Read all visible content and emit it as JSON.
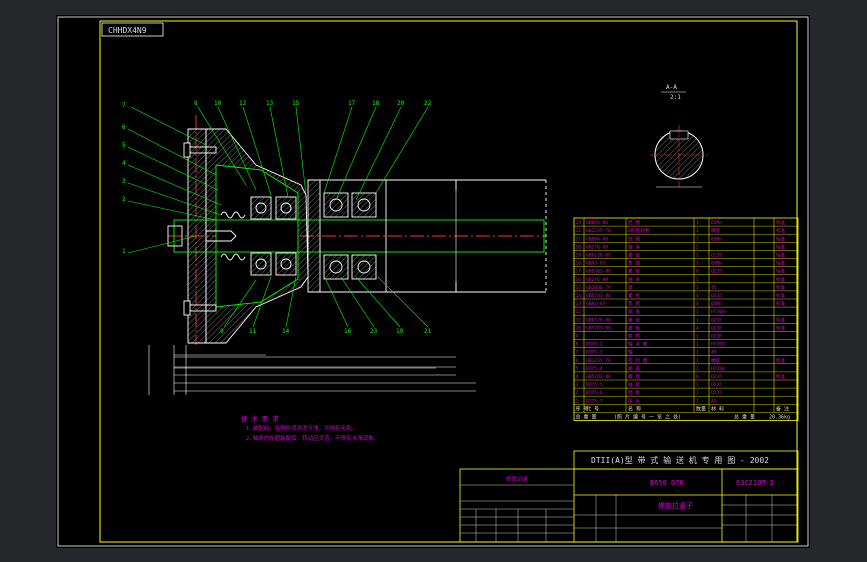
{
  "drawing": {
    "corner_tag": "CHHDX4N9",
    "section_label": "A-A",
    "section_scale": "2:1"
  },
  "balloons": {
    "left": [
      "7",
      "6",
      "5",
      "4",
      "3",
      "2",
      "1"
    ],
    "top": [
      "8",
      "10",
      "12",
      "13",
      "15",
      "17",
      "18",
      "20",
      "22"
    ],
    "bottom": [
      "9",
      "11",
      "14",
      "16",
      "23",
      "19",
      "21"
    ]
  },
  "notes": {
    "title": "技 术 要 求",
    "lines": [
      "1.装配前，各零件须清洗干净，不得有毛刺。",
      "2.轴承内外圈装配后，转动应灵活，不得有卡滞现象。"
    ]
  },
  "bom": {
    "rows": [
      {
        "no": "23",
        "code": "GB893-86",
        "name": "挡 圈",
        "qty": "1",
        "mat": "65Mn",
        "note": "标准"
      },
      {
        "no": "22",
        "code": "GB1235-76",
        "name": "O形密封圈",
        "qty": "1",
        "mat": "橡胶",
        "note": "标准"
      },
      {
        "no": "21",
        "code": "GB894-86",
        "name": "挡 圈",
        "qty": "1",
        "mat": "65Mn",
        "note": "标准"
      },
      {
        "no": "20",
        "code": "GB276-89",
        "name": "轴 承",
        "qty": "2",
        "mat": "",
        "note": "标准"
      },
      {
        "no": "19",
        "code": "GB6170-86",
        "name": "螺 母",
        "qty": "1",
        "mat": "Q235",
        "note": "标准"
      },
      {
        "no": "18",
        "code": "GB93-87",
        "name": "垫 圈",
        "qty": "1",
        "mat": "65Mn",
        "note": "标准"
      },
      {
        "no": "17",
        "code": "GB5783-86",
        "name": "螺 栓",
        "qty": "6",
        "mat": "Q235",
        "note": "标准"
      },
      {
        "no": "16",
        "code": "GB276-89",
        "name": "轴 承",
        "qty": "1",
        "mat": "",
        "note": "标准"
      },
      {
        "no": "15",
        "code": "GB1096-79",
        "name": "键",
        "qty": "1",
        "mat": "45",
        "note": "标准"
      },
      {
        "no": "14",
        "code": "GB5783-86",
        "name": "螺 栓",
        "qty": "4",
        "mat": "Q235",
        "note": "标准"
      },
      {
        "no": "13",
        "code": "GB93-87",
        "name": "垫 圈",
        "qty": "4",
        "mat": "65Mn",
        "note": "标准"
      },
      {
        "no": "12",
        "code": "",
        "name": "端 盖",
        "qty": "1",
        "mat": "HT200",
        "note": ""
      },
      {
        "no": "11",
        "code": "GB6170-86",
        "name": "螺 母",
        "qty": "1",
        "mat": "Q235",
        "note": "标准"
      },
      {
        "no": "10",
        "code": "GB5783-86",
        "name": "螺 栓",
        "qty": "4",
        "mat": "Q235",
        "note": "标准"
      },
      {
        "no": "9",
        "code": "",
        "name": "套 筒",
        "qty": "1",
        "mat": "Q235",
        "note": ""
      },
      {
        "no": "8",
        "code": "DT75-2",
        "name": "轴 承 座",
        "qty": "1",
        "mat": "HT200",
        "note": ""
      },
      {
        "no": "7",
        "code": "DT75-3",
        "name": "轴",
        "qty": "1",
        "mat": "45",
        "note": ""
      },
      {
        "no": "6",
        "code": "GB1235-76",
        "name": "密 封 圈",
        "qty": "1",
        "mat": "橡胶",
        "note": "标准"
      },
      {
        "no": "5",
        "code": "DT75-4",
        "name": "端 盖",
        "qty": "1",
        "mat": "HT200",
        "note": ""
      },
      {
        "no": "4",
        "code": "GB5783-86",
        "name": "螺 栓",
        "qty": "6",
        "mat": "Q235",
        "note": "标准"
      },
      {
        "no": "3",
        "code": "DT75-5",
        "name": "轴 套",
        "qty": "1",
        "mat": "Q235",
        "note": ""
      },
      {
        "no": "2",
        "code": "DT75-6",
        "name": "挡 板",
        "qty": "1",
        "mat": "Q235",
        "note": ""
      },
      {
        "no": "1",
        "code": "DT75-7",
        "name": "接 头",
        "qty": "1",
        "mat": "45",
        "note": ""
      }
    ],
    "header": {
      "no": "序 号",
      "code": "代 号",
      "name": "名 称",
      "qty": "数量",
      "mat": "材 料",
      "note": "备 注"
    },
    "weight_row": [
      "总 重 量",
      "(照 片 编 号 一 览 之 处)",
      "总 重 量",
      "20.36kg"
    ]
  },
  "title_block": {
    "banner": "DTII(A)型 带 式 输 送 机 专 用 图 - 2002",
    "code_left": "B650 D76",
    "code_right": "63C210M-2",
    "part_name": "螺旋拉紧子",
    "change_title": "修改记录"
  }
}
